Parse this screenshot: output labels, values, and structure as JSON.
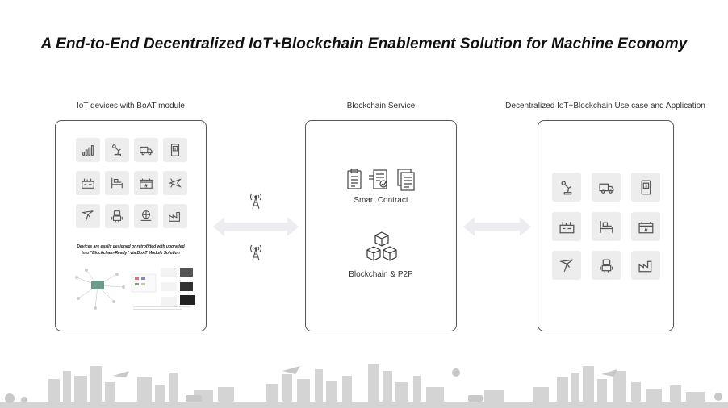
{
  "title": "A End-to-End Decentralized IoT+Blockchain Enablement Solution for Machine Economy",
  "columns": {
    "left_label": "IoT devices with BoAT module",
    "middle_label": "Blockchain Service",
    "right_label": "Decentralized IoT+Blockchain Use case and Application"
  },
  "left_panel": {
    "device_icons": [
      "signal-bars-icon",
      "robot-arm-icon",
      "truck-icon",
      "payment-terminal-icon",
      "smart-meter-icon",
      "hospital-bed-icon",
      "battery-icon",
      "airplane-icon",
      "drone-icon",
      "robot-icon",
      "globe-hand-icon",
      "factory-icon"
    ],
    "note_line1": "Devices are easily designed or retrofitted with upgraded",
    "note_line2": "into \"Blockchain-Ready\" via BoAT Module Solution"
  },
  "middle_panel": {
    "smart_contract_label": "Smart Contract",
    "blockchain_label": "Blockchain & P2P",
    "contract_icons": [
      "clipboard-icon",
      "certificate-icon",
      "documents-icon"
    ]
  },
  "right_panel": {
    "use_case_icons": [
      "robot-arm-icon",
      "truck-icon",
      "payment-terminal-icon",
      "smart-meter-icon",
      "hospital-bed-icon",
      "battery-icon",
      "drone-icon",
      "robot-icon",
      "factory-icon"
    ]
  },
  "colors": {
    "arrow": "#ececf1",
    "tile": "#ededed",
    "skyline": "#d4d4d4",
    "panel_border": "#555555"
  }
}
